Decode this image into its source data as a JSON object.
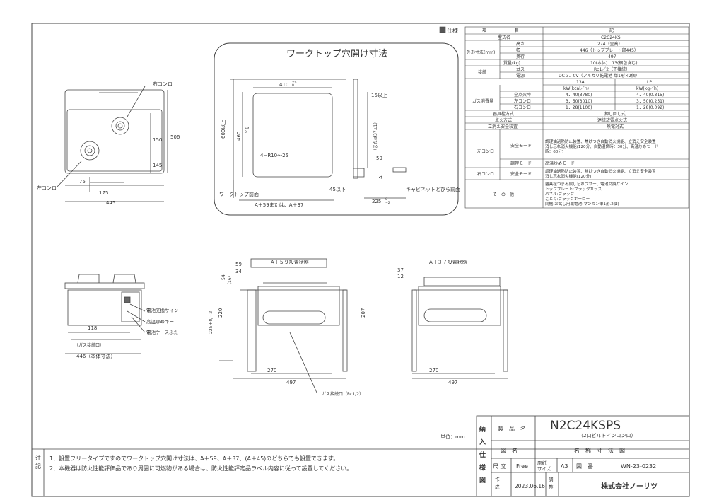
{
  "worktop": {
    "title": "ワークトップ穴開け寸法",
    "w410": "410",
    "w410_tol": "+4\n0",
    "h600": "600以上",
    "h460": "460",
    "h460_tol": "+4\n0",
    "corner": "4−R10〜25",
    "front": "ワークトップ前面",
    "bottom": "A＋59または、A＋37",
    "d15": "15以上",
    "d45": "45以下",
    "a_label": "A",
    "d59": "59",
    "d59_note": "（または37±1）",
    "d225": "225",
    "d225_tol": "0\n−2",
    "cabinet": "キャビネットとびら前面"
  },
  "top_view": {
    "right": "右コンロ",
    "left": "左コンロ",
    "d506": "506",
    "d150": "150",
    "d145": "145",
    "d75": "75",
    "d175": "175",
    "d445": "445"
  },
  "front_view": {
    "battery": "電池交換サイン",
    "fast": "高温炒めキー",
    "case": "電池ケースふた",
    "d118": "118",
    "gas": "（ガス接続口）",
    "body": "446（本体寸法）"
  },
  "side59": {
    "title": "A＋５９設置状態",
    "d59": "59",
    "d34": "34",
    "d54": "54",
    "d16": "（16）",
    "d225": "225＋0/−2",
    "d220": "220",
    "d207": "207",
    "d270": "270",
    "d497": "497",
    "gas": "ガス接続口（Rc1/2）"
  },
  "side37": {
    "title": "A＋３７設置状態",
    "d37": "37",
    "d12": "12",
    "d270": "270",
    "d497": "497"
  },
  "spec": {
    "mark": "仕様",
    "header": [
      "項",
      "目",
      "記"
    ],
    "model_label": "型式名",
    "model": "C2C24KS",
    "dims_label": "外形寸法(mm)",
    "dims": [
      [
        "高さ",
        "274（全高）"
      ],
      [
        "幅",
        "446（トッププレート部445）"
      ],
      [
        "奥行",
        "497"
      ]
    ],
    "mass_label": "質量(kg)",
    "mass": "10(本体)　13(梱包含む)",
    "conn_label": "接続",
    "conn": [
      [
        "ガス",
        "Rc1／2（下接続）"
      ],
      [
        "電源",
        "DC 3．0V（アルカリ乾電池 単1形×2個）"
      ]
    ],
    "gas_label": "ガス消費量",
    "gas_head": [
      "13A",
      "LP"
    ],
    "gas_unit": [
      "kW(kcal／h)",
      "kW(kg／h)"
    ],
    "gas_rows": [
      [
        "全点火時",
        "4．40(3780)",
        "4．40(0.315)"
      ],
      [
        "左コンロ",
        "3．50(3010)",
        "3．50(0.251)"
      ],
      [
        "右コンロ",
        "1．28(1100)",
        "1．28(0.092)"
      ]
    ],
    "rows": [
      [
        "器具栓方式",
        "押し回し式"
      ],
      [
        "点火方式",
        "連続放電点火式"
      ],
      [
        "立消え安全装置",
        "熱電対式"
      ]
    ],
    "left_label": "左コンロ",
    "safety_mode": "安全モード",
    "left_safety": "調理油過熱防止装置、焦げつき自動消火機能、立消え安全装置\n消し忘れ消火機能(120分、自動温調時：30分、高温炒めモード\n時：60分)",
    "cook_mode": "調理モード",
    "left_cook": "高温炒めモード",
    "right_label": "右コンロ",
    "right_safety": "調理油過熱防止装置、焦げつき自動消火機能、立消え安全装置\n消し忘れ消火機能(120分)",
    "other_label": "そ　の　他",
    "other": "器具栓つまみ戻し忘れブザー、電池交換サイン\nトッププレート:ブラックガラス\nパネル:ブラック\nごとく:ブラックホーロー\n同梱:お試し用乾電池(マンガン単1形.2個)"
  },
  "notes": {
    "label": "注\n記",
    "items": [
      "1．設置フリータイプですのでワークトップ穴開け寸法は、A＋59、A＋37、(A＋45)のどちらでも設置できます。",
      "2．本機器は防火性能評価品であり周囲に可燃物がある場合は、防火性能評定品ラベル内容に従って設置してください。"
    ]
  },
  "title_block": {
    "unit": "単位：mm",
    "side": [
      "納",
      "入",
      "仕",
      "様",
      "図"
    ],
    "product_label": "製　品　名",
    "product": "N2C24KSPS",
    "product_sub": "（2口ビルトインコンロ）",
    "drawing_label": "図　名",
    "drawing": "名　称　寸　法　図",
    "scale_label": "尺 度",
    "scale": "Free",
    "size_label": "原紙\nサイズ",
    "size": "A3",
    "number_label": "図　番",
    "number": "WN-23-0232",
    "made_label": "作\n成",
    "made": "2023.06.16",
    "check_label": "調\n整",
    "company": "株式会社ノーリツ"
  }
}
